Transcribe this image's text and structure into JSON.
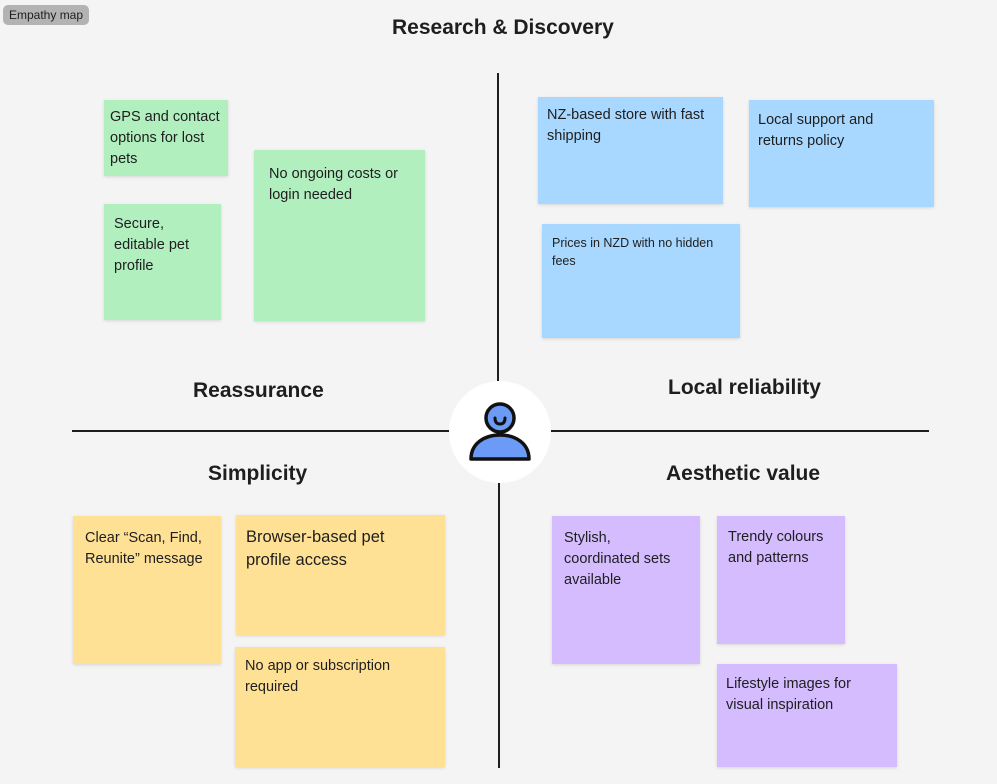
{
  "frame_label": "Empathy map",
  "title": "Research & Discovery",
  "quadrants": {
    "top_left": {
      "label": "Reassurance",
      "color": "#b2efbf",
      "notes": [
        "GPS and contact options for lost pets",
        "Secure, editable pet profile",
        "No ongoing costs or login needed"
      ]
    },
    "top_right": {
      "label": "Local reliability",
      "color": "#a8d8ff",
      "notes": [
        "NZ-based store with fast shipping",
        "Local support and returns policy",
        "Prices in NZD with no hidden fees"
      ]
    },
    "bottom_left": {
      "label": "Simplicity",
      "color": "#ffe196",
      "notes": [
        "Clear “Scan, Find, Reunite” message",
        "Browser-based pet profile access",
        "No app or subscription required"
      ]
    },
    "bottom_right": {
      "label": "Aesthetic value",
      "color": "#d4bcff",
      "notes": [
        "Stylish, coordinated sets available",
        "Trendy colours and patterns",
        "Lifestyle images for visual inspiration"
      ]
    }
  },
  "center_icon": "user-icon",
  "icon_color": "#6b9bf7"
}
